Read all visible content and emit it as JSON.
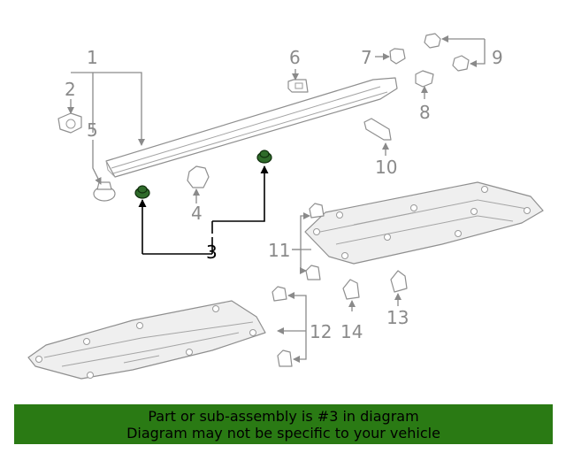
{
  "callouts": {
    "c1": "1",
    "c2": "2",
    "c3": "3",
    "c4": "4",
    "c5": "5",
    "c6": "6",
    "c7": "7",
    "c8": "8",
    "c9": "9",
    "c10": "10",
    "c11": "11",
    "c12": "12",
    "c13": "13",
    "c14": "14"
  },
  "banner": {
    "line1": "Part or sub-assembly is #3 in diagram",
    "line2": "Diagram may not be specific to your vehicle"
  },
  "colors": {
    "highlight_part": "#2f6b2a",
    "banner_background": "#2a7a14",
    "line_art": "#8f8f8f"
  }
}
